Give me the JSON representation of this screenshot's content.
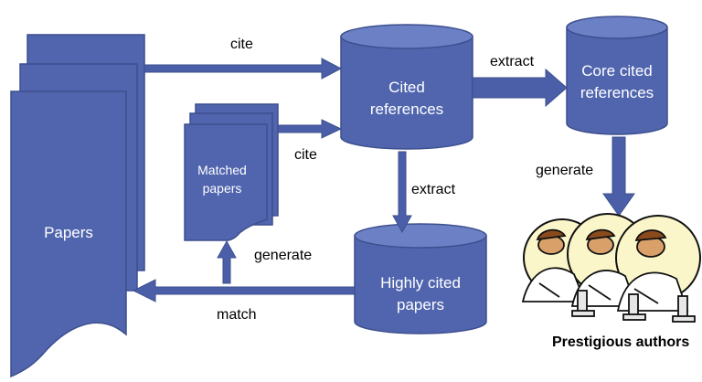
{
  "colors": {
    "node_fill": "#5065AE",
    "node_stroke": "#3D4F8E",
    "cyl_top": "#6C80C6",
    "arrow": "#4A5FA8",
    "text_light": "#ffffff",
    "text_dark": "#000000"
  },
  "nodes": {
    "papers": "Papers",
    "matched_papers": [
      "Matched",
      "papers"
    ],
    "cited_references": [
      "Cited",
      "references"
    ],
    "core_cited_references": [
      "Core cited",
      "references"
    ],
    "highly_cited_papers": [
      "Highly cited",
      "papers"
    ],
    "prestigious_authors": "Prestigious authors",
    "prestigious_authors_image": "scientists-with-microscopes-illustration"
  },
  "edges": {
    "papers_to_cited": "cite",
    "matched_to_cited": "cite",
    "cited_to_core": "extract",
    "cited_to_highly": "extract",
    "core_to_authors": "generate",
    "highly_to_matched": "generate",
    "highly_to_papers": "match"
  }
}
